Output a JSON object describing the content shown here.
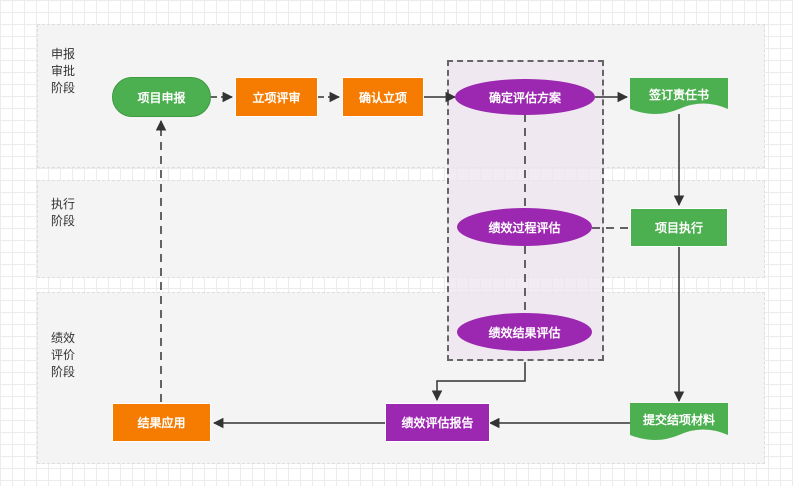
{
  "lanes": {
    "approval": "申报审批阶段",
    "execution": "执行阶段",
    "evaluation": "绩效评价阶段"
  },
  "nodes": {
    "project_apply": "项目申报",
    "project_review": "立项评审",
    "confirm_project": "确认立项",
    "assessment_plan": "确定评估方案",
    "sign_responsibility": "签订责任书",
    "process_evaluation": "绩效过程评估",
    "project_execution": "项目执行",
    "result_evaluation": "绩效结果评估",
    "submit_materials": "提交结项材料",
    "evaluation_report": "绩效评估报告",
    "result_application": "结果应用"
  },
  "colors": {
    "green": "#4caf50",
    "orange": "#f57c00",
    "purple": "#9c27b0",
    "lane_bg": "#f4f4f4",
    "arrow": "#333333"
  }
}
